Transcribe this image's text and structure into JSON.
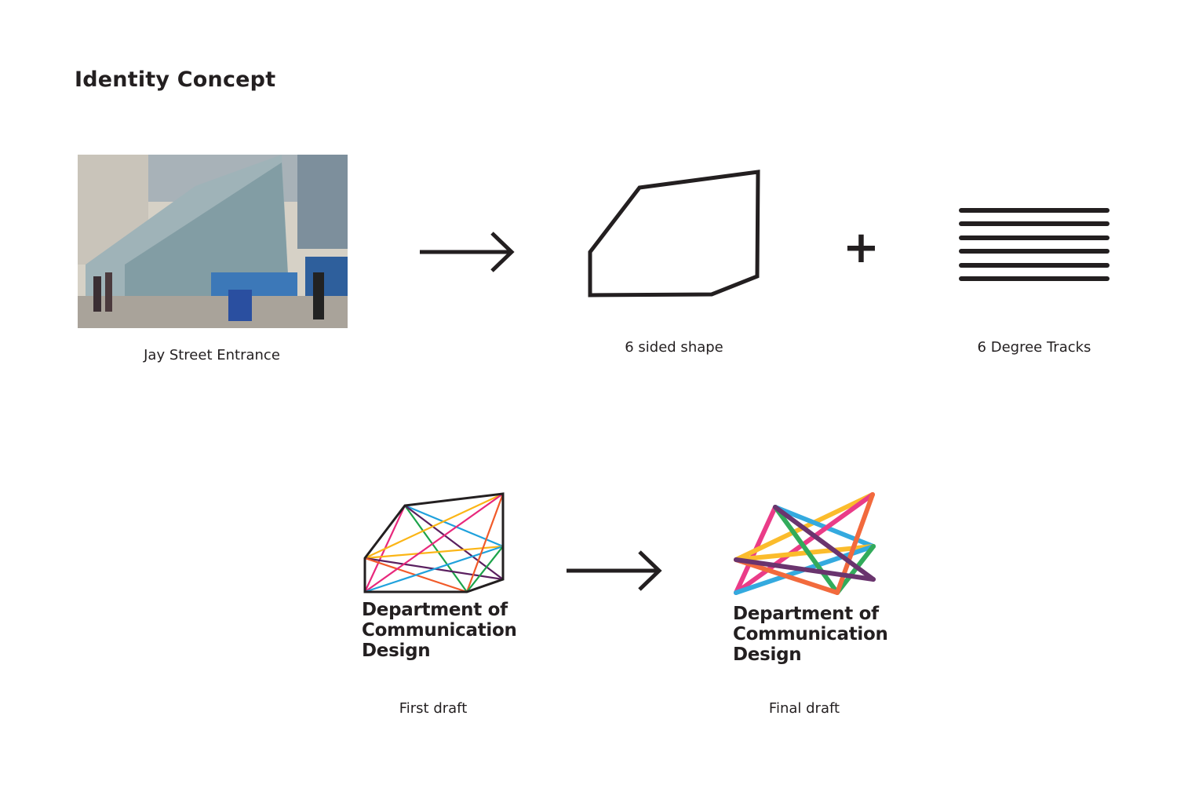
{
  "page": {
    "title": "Identity Concept"
  },
  "row1": {
    "photo_caption": "Jay Street Entrance",
    "shape_caption": "6 sided  shape",
    "tracks_caption": "6 Degree Tracks",
    "plus": "+"
  },
  "row2": {
    "first_caption": "First draft",
    "final_caption": "Final draft",
    "logo_text": [
      "Department of",
      "Communication",
      "Design"
    ]
  },
  "colors": {
    "ink": "#231f20",
    "pink": "#e8287c",
    "yellow": "#fbb516",
    "blue": "#1fa1dc",
    "purple": "#5a1f5f",
    "green": "#1ca34a",
    "orange": "#f15a29"
  }
}
